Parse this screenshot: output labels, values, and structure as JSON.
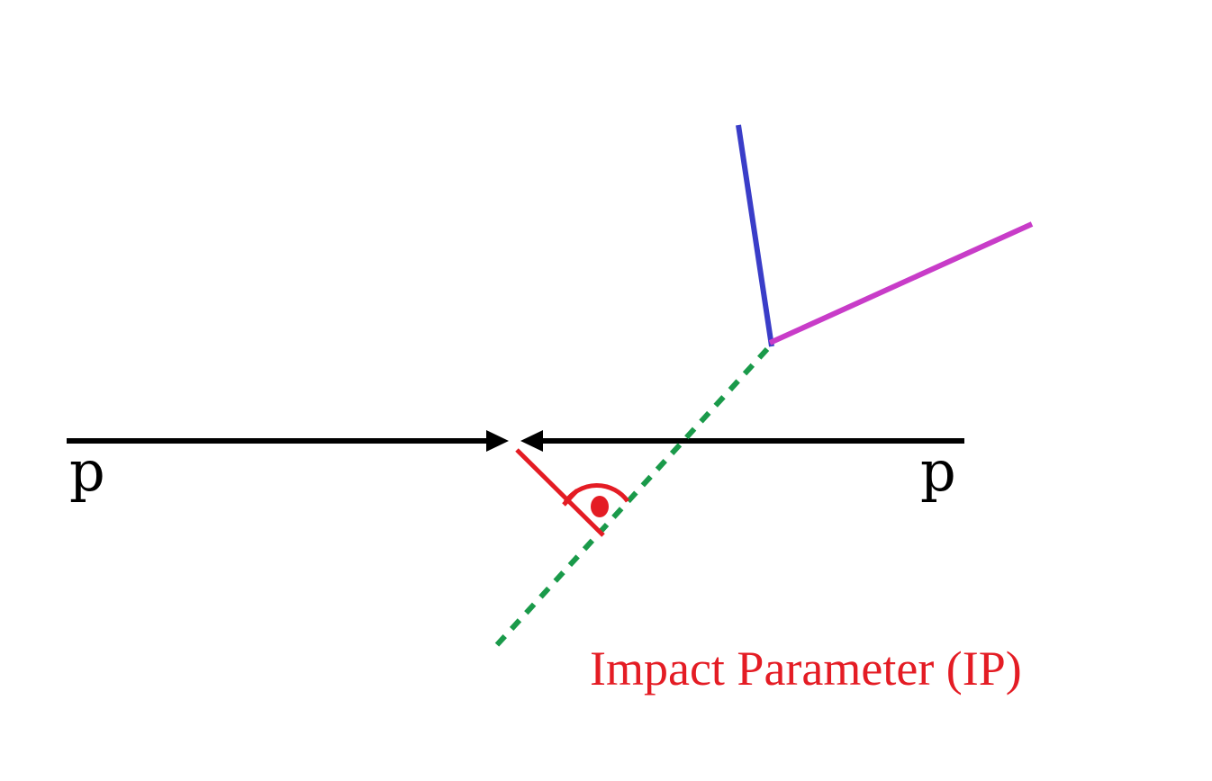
{
  "diagram": {
    "proton_left_label": "p",
    "proton_right_label": "p",
    "impact_parameter_label": "Impact Parameter (IP)"
  },
  "colors": {
    "beam": "#000000",
    "track_blue": "#3a3dc8",
    "track_magenta": "#c83cc8",
    "extrapolation": "#1a9a4a",
    "impact_parameter": "#e41c24",
    "background": "#ffffff"
  }
}
